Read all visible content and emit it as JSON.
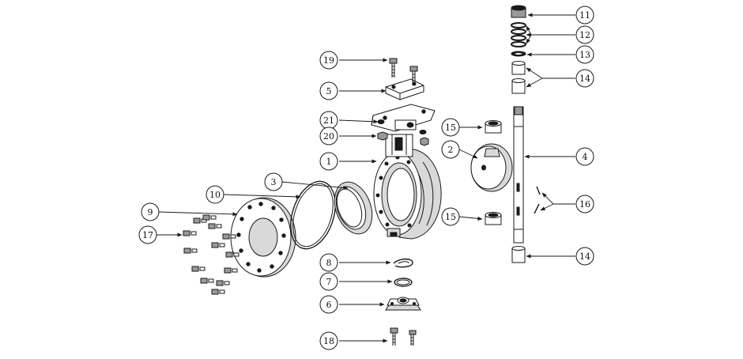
{
  "callouts": {
    "c1": "1",
    "c2": "2",
    "c3": "3",
    "c4": "4",
    "c5": "5",
    "c6": "6",
    "c7": "7",
    "c8": "8",
    "c9": "9",
    "c10": "10",
    "c11": "11",
    "c12": "12",
    "c13": "13",
    "c14a": "14",
    "c14b": "14",
    "c15a": "15",
    "c15b": "15",
    "c16": "16",
    "c17": "17",
    "c18": "18",
    "c19": "19",
    "c20": "20",
    "c21": "21"
  }
}
